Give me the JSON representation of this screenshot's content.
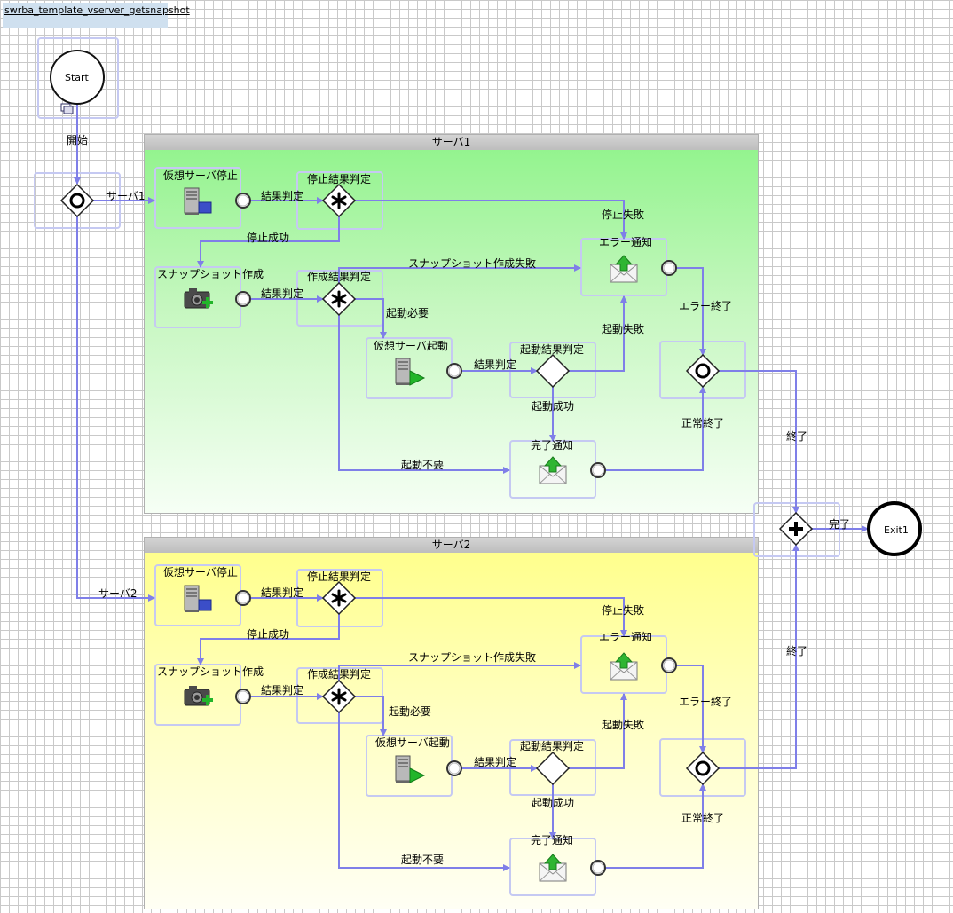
{
  "diagram_title": "swrba_template_vserver_getsnapshot",
  "start": {
    "label": "Start",
    "edge_label": "開始"
  },
  "exit": {
    "label": "Exit1",
    "edge_label": "完了"
  },
  "branch_labels": [
    "サーバ1",
    "サーバ2"
  ],
  "merge_labels": [
    "終了",
    "終了"
  ],
  "lanes": [
    {
      "title": "サーバ1",
      "tasks": {
        "stop_vm": "仮想サーバ停止",
        "stop_check": "停止結果判定",
        "snapshot": "スナップショット作成",
        "create_check": "作成結果判定",
        "start_vm": "仮想サーバ起動",
        "start_check": "起動結果判定",
        "error_notify": "エラー通知",
        "done_notify": "完了通知"
      },
      "edges": {
        "result_check_1": "結果判定",
        "result_check_2": "結果判定",
        "result_check_3": "結果判定",
        "stop_fail": "停止失敗",
        "stop_ok": "停止成功",
        "snapshot_fail": "スナップショット作成失敗",
        "boot_needed": "起動必要",
        "boot_fail": "起動失敗",
        "boot_ok": "起動成功",
        "boot_unneeded": "起動不要",
        "error_end": "エラー終了",
        "normal_end": "正常終了"
      }
    },
    {
      "title": "サーバ2",
      "tasks": {
        "stop_vm": "仮想サーバ停止",
        "stop_check": "停止結果判定",
        "snapshot": "スナップショット作成",
        "create_check": "作成結果判定",
        "start_vm": "仮想サーバ起動",
        "start_check": "起動結果判定",
        "error_notify": "エラー通知",
        "done_notify": "完了通知"
      },
      "edges": {
        "result_check_1": "結果判定",
        "result_check_2": "結果判定",
        "result_check_3": "結果判定",
        "stop_fail": "停止失敗",
        "stop_ok": "停止成功",
        "snapshot_fail": "スナップショット作成失敗",
        "boot_needed": "起動必要",
        "boot_fail": "起動失敗",
        "boot_ok": "起動成功",
        "boot_unneeded": "起動不要",
        "error_end": "エラー終了",
        "normal_end": "正常終了"
      }
    }
  ],
  "colors": {
    "edge": "#7f7fe8",
    "box_border": "#c5c9f2",
    "lane1": "#8ff38a",
    "lane2": "#ffff88"
  }
}
